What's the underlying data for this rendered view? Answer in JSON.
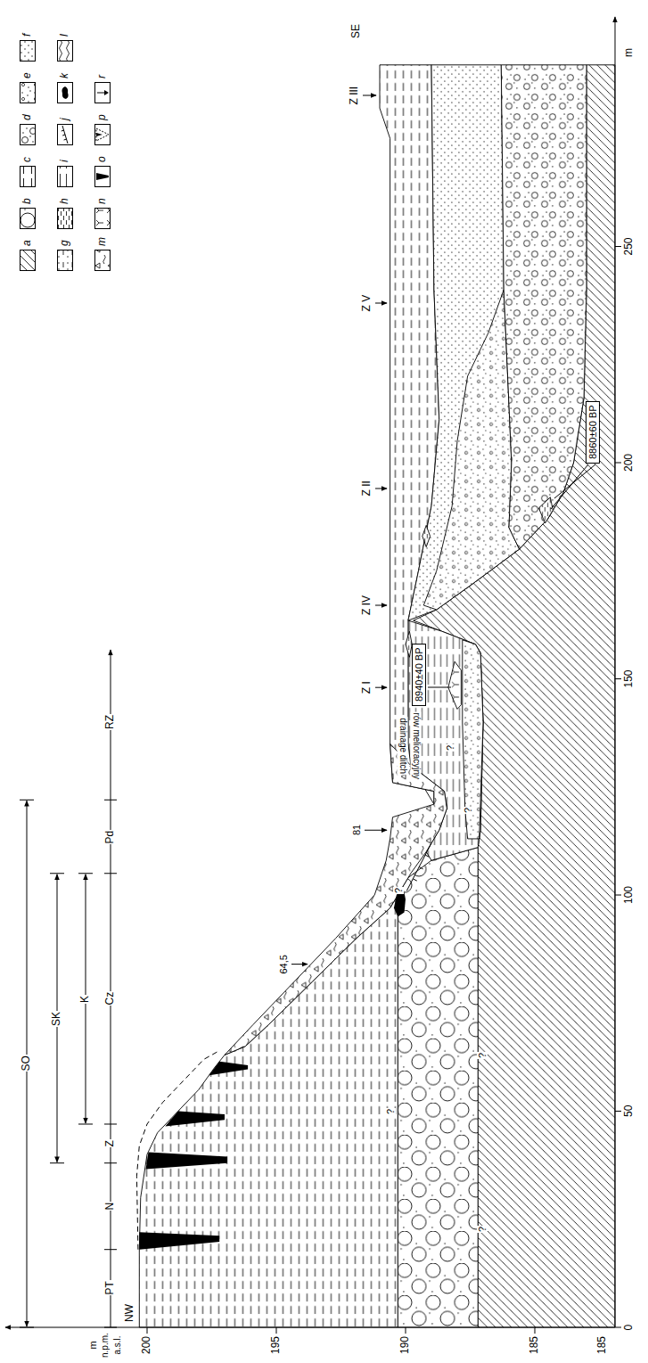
{
  "diagram": {
    "nodes": [
      {
        "text": [
          "8940±40 BP"
        ]
      },
      {
        "text": [
          "8860±60 BP"
        ]
      }
    ],
    "labels": [
      "m",
      "n.p.m.",
      "a.s.l.",
      "200",
      "195",
      "190",
      "185",
      "185",
      "SO",
      "SK",
      "K",
      "PT",
      "N",
      "Z",
      "Cz",
      "Pd",
      "RZ",
      "NW",
      "SE",
      "64,5",
      "81",
      "rów melioracyjny",
      "drainage ditch",
      "Z I",
      "Z IV",
      "Z II",
      "Z V",
      "Z III",
      "?",
      "?",
      "?",
      "?",
      "?",
      "?",
      "0",
      "50",
      "100",
      "150",
      "200",
      "250",
      "m"
    ],
    "legend": [
      {
        "text": "a"
      },
      {
        "text": "b"
      },
      {
        "text": "c"
      },
      {
        "text": "d"
      },
      {
        "text": "e"
      },
      {
        "text": "f"
      },
      {
        "text": "g"
      },
      {
        "text": "h"
      },
      {
        "text": "i"
      },
      {
        "text": "j"
      },
      {
        "text": "k"
      },
      {
        "text": "l"
      },
      {
        "text": "m"
      },
      {
        "text": "n"
      },
      {
        "text": "o"
      },
      {
        "text": "p"
      },
      {
        "text": "r"
      }
    ]
  }
}
